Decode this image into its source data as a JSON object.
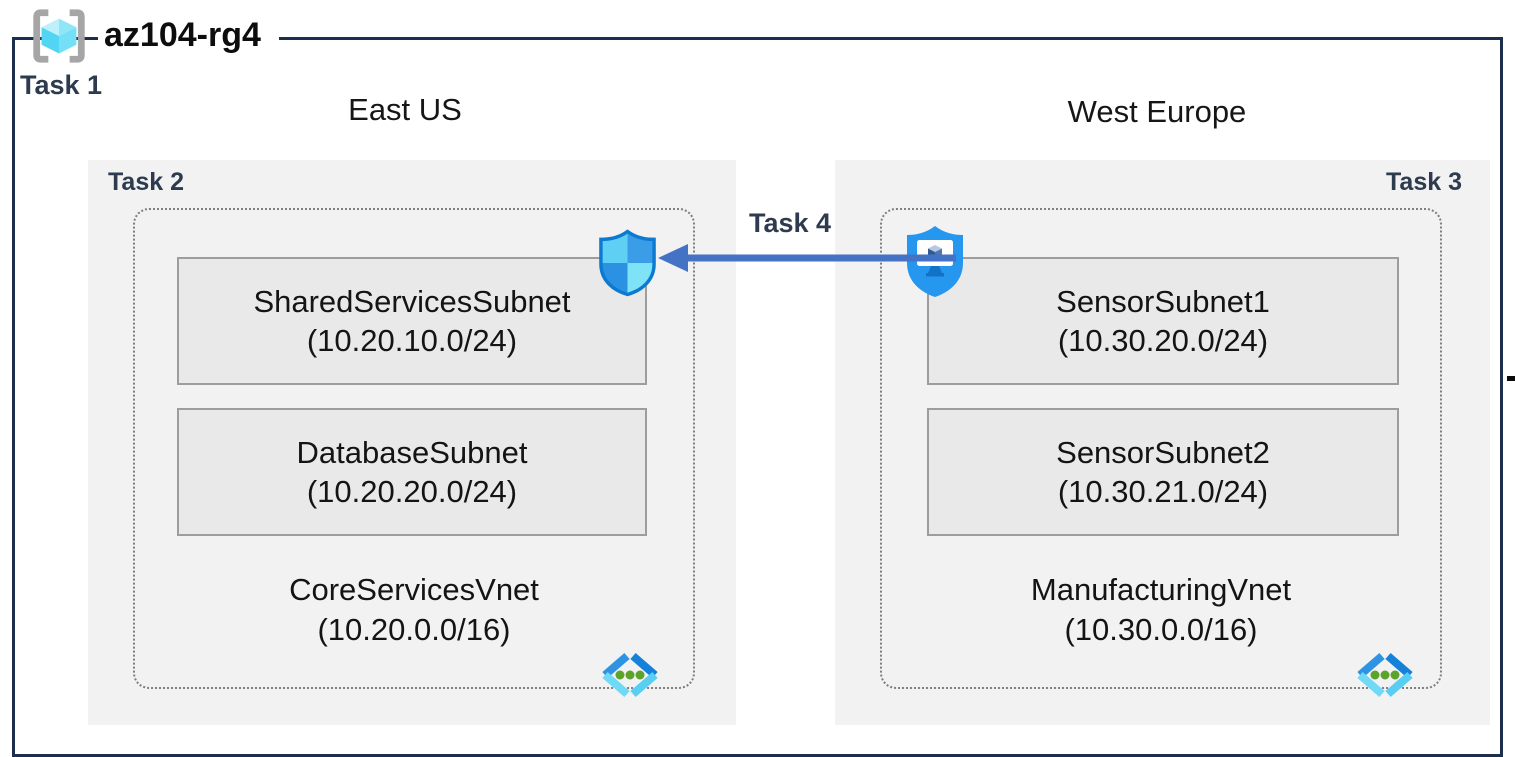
{
  "title": {
    "resource_group_name": "az104-rg4",
    "task_label": "Task 1"
  },
  "regions": [
    {
      "name": "East US",
      "task_label": "Task 2",
      "vnet": {
        "name": "CoreServicesVnet",
        "cidr": "(10.20.0.0/16)",
        "subnets": [
          {
            "name": "SharedServicesSubnet",
            "cidr": "(10.20.10.0/24)"
          },
          {
            "name": "DatabaseSubnet",
            "cidr": "(10.20.20.0/24)"
          }
        ]
      }
    },
    {
      "name": "West Europe",
      "task_label": "Task 3",
      "vnet": {
        "name": "ManufacturingVnet",
        "cidr": "(10.30.0.0/16)",
        "subnets": [
          {
            "name": "SensorSubnet1",
            "cidr": "(10.30.20.0/24)"
          },
          {
            "name": "SensorSubnet2",
            "cidr": "(10.30.21.0/24)"
          }
        ]
      }
    }
  ],
  "peering": {
    "task_label": "Task 4",
    "direction": "arrow points left, from West Europe ASG icon to East US NSG shield"
  },
  "icons": {
    "resource_group": "resource-group-icon (gray brackets with cyan cube)",
    "nsg": "network-security-group-shield-icon (blue quartered shield)",
    "asg": "application-security-group-icon (blue shield with monitor and cube)",
    "vnet": "virtual-network-icon (blue angle brackets with three green dots)"
  },
  "colors": {
    "outer_border": "#1d2f4e",
    "region_background": "#f2f2f2",
    "subnet_fill": "#e9e9e9",
    "subnet_border": "#9d9d9d",
    "vnet_dotted_border": "#7f7f7f",
    "arrow": "#4472c4",
    "task_label_text": "#2e3b4e",
    "icon_blue": "#2697ee",
    "icon_cyan": "#6fd9f6",
    "icon_green_dot": "#5ba32c"
  }
}
